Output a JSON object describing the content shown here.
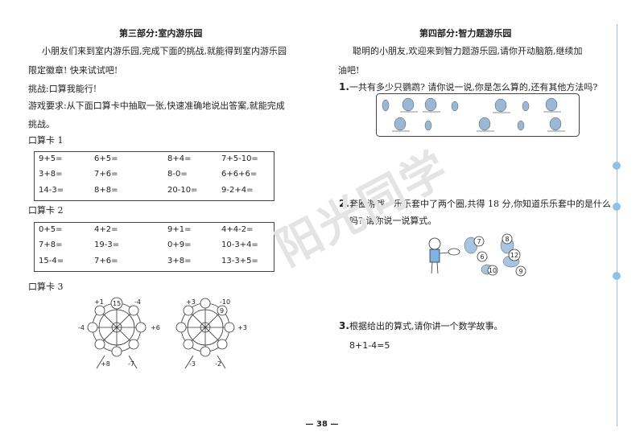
{
  "left": {
    "title": "第三部分:室内游乐园",
    "intro1": "小朋友们来到室内游乐园,完成下面的挑战,就能得到室内游乐园",
    "intro2": "限定徽章! 快来试试吧!",
    "challenge": "挑战:口算我能行!",
    "rule1": "游戏要求:从下面口算卡中抽取一张,快速准确地说出答案,就能完成",
    "rule2": "挑战。",
    "card1": {
      "label": "口算卡 1",
      "rows": [
        [
          "9+5=",
          "6+5=",
          "8+4=",
          "7+5-10="
        ],
        [
          "3+8=",
          "7+6=",
          "8-0=",
          "6+6+6="
        ],
        [
          "14-3=",
          "8+8=",
          "20-10=",
          "9-2+4="
        ]
      ]
    },
    "card2": {
      "label": "口算卡 2",
      "rows": [
        [
          "0+5=",
          "4+2=",
          "9+1=",
          "4+4-2="
        ],
        [
          "7+8=",
          "19-3=",
          "0+9=",
          "10-3+4="
        ],
        [
          "15-4=",
          "7+6=",
          "3+8=",
          "13-3+5="
        ]
      ]
    },
    "card3": {
      "label": "口算卡 3",
      "wheel1": [
        "+1",
        "15",
        "-4",
        "-4",
        "+6",
        "+8",
        "-7"
      ],
      "wheel2": [
        "+3",
        "-10",
        "9",
        "+3",
        "-3",
        "-2"
      ]
    }
  },
  "right": {
    "title": "第四部分:智力题游乐园",
    "intro1": "聪明的小朋友,欢迎来到智力题游乐园,请你开动脑筋,继续加",
    "intro2": "油吧!",
    "q1_num": "1.",
    "q1": "一共有多少只鹦鹉? 请你说一说,你是怎么算的,还有其他方法吗?",
    "q2_num": "2.",
    "q2a": "套圈游戏。乐乐套中了两个圈,共得 18 分,你知道乐乐套中的是什么",
    "q2b": "吗? 请你说一说算式。",
    "q2_values": [
      "7",
      "8",
      "6",
      "12",
      "10",
      "9"
    ],
    "q3_num": "3.",
    "q3": "根据给出的算式,请你讲一个数学故事。",
    "q3_formula": "8+1-4=5"
  },
  "watermark": "阳光同学",
  "page_number": "— 38 —"
}
